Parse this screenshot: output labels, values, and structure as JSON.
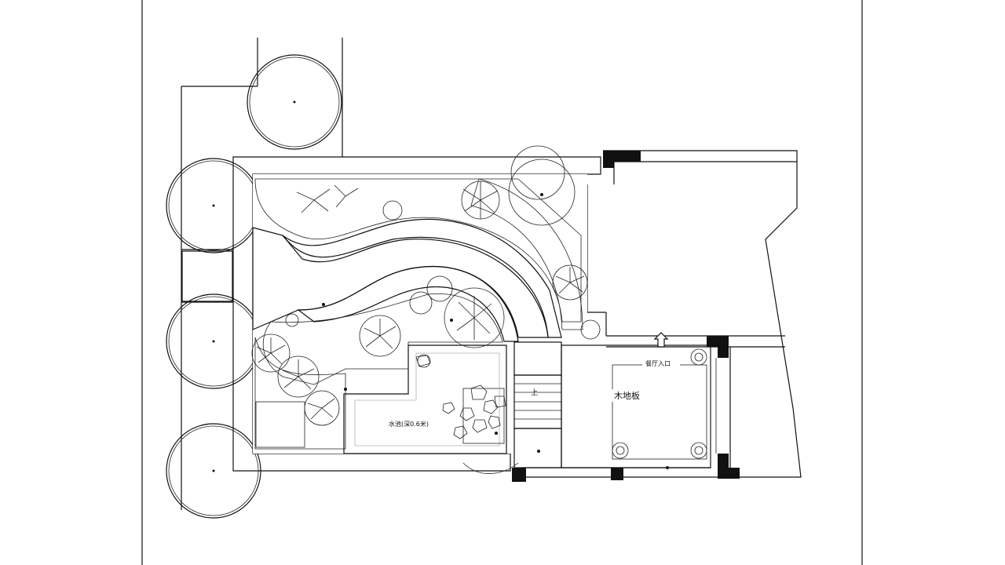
{
  "plan": {
    "labels": {
      "deck": "木地板",
      "pool": "水池(深0.6米)",
      "entrance": "餐厅入口",
      "step_up": "上"
    }
  }
}
